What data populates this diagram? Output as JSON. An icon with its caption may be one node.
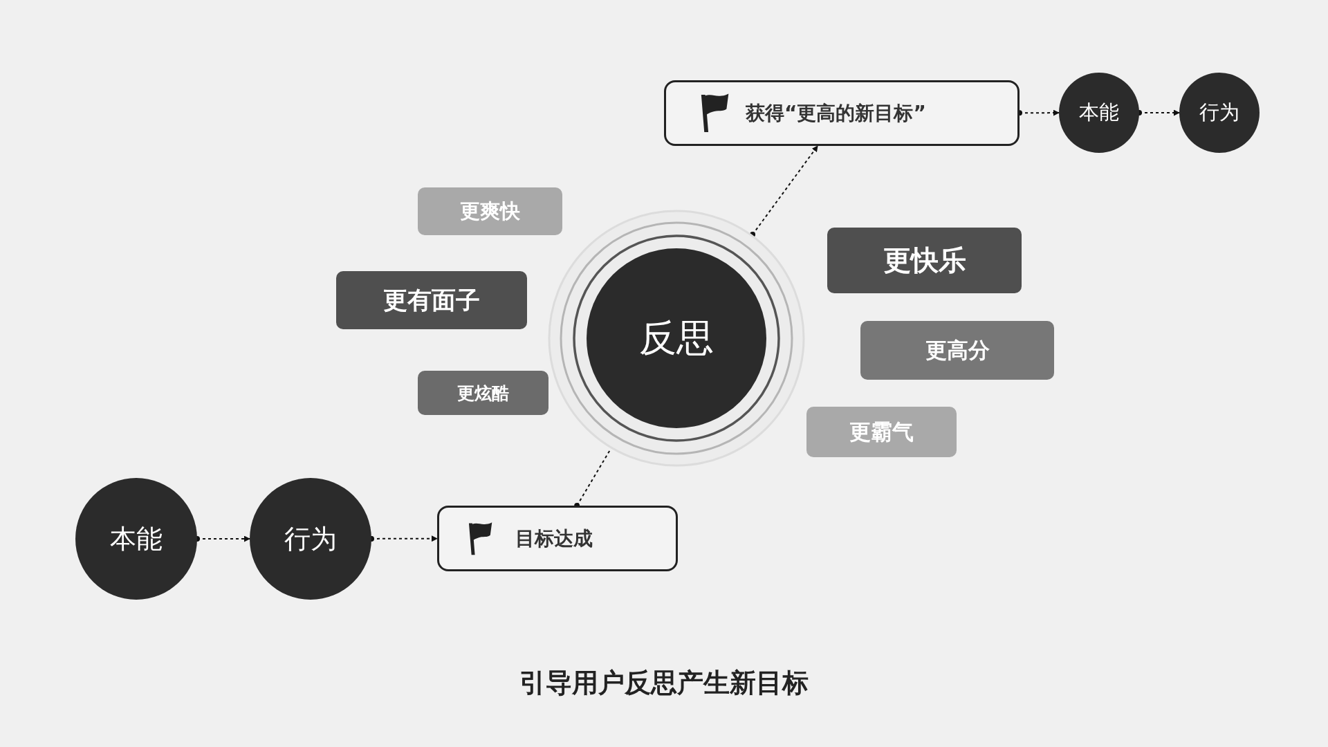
{
  "diagram": {
    "caption": "引导用户反思产生新目标",
    "nodes": [
      {
        "text": [
          "本能"
        ]
      },
      {
        "text": [
          "行为"
        ]
      },
      {
        "text": [
          "目标达成"
        ]
      },
      {
        "text": [
          "反思"
        ]
      },
      {
        "text": [
          "更爽快"
        ]
      },
      {
        "text": [
          "更有面子"
        ]
      },
      {
        "text": [
          "更炫酷"
        ]
      },
      {
        "text": [
          "获得“更高的新目标”"
        ]
      },
      {
        "text": [
          "更快乐"
        ]
      },
      {
        "text": [
          "更高分"
        ]
      },
      {
        "text": [
          "更霸气"
        ]
      },
      {
        "text": [
          "本能"
        ]
      },
      {
        "text": [
          "行为"
        ]
      }
    ],
    "edges": [
      {
        "from": 0,
        "to": 1,
        "arrow": "to"
      },
      {
        "from": 1,
        "to": 2,
        "arrow": "to"
      },
      {
        "from": 2,
        "to": 3,
        "arrow": "other"
      },
      {
        "from": 3,
        "to": 7,
        "arrow": "to"
      },
      {
        "from": 7,
        "to": 11,
        "arrow": "to"
      },
      {
        "from": 11,
        "to": 12,
        "arrow": "to"
      }
    ]
  }
}
